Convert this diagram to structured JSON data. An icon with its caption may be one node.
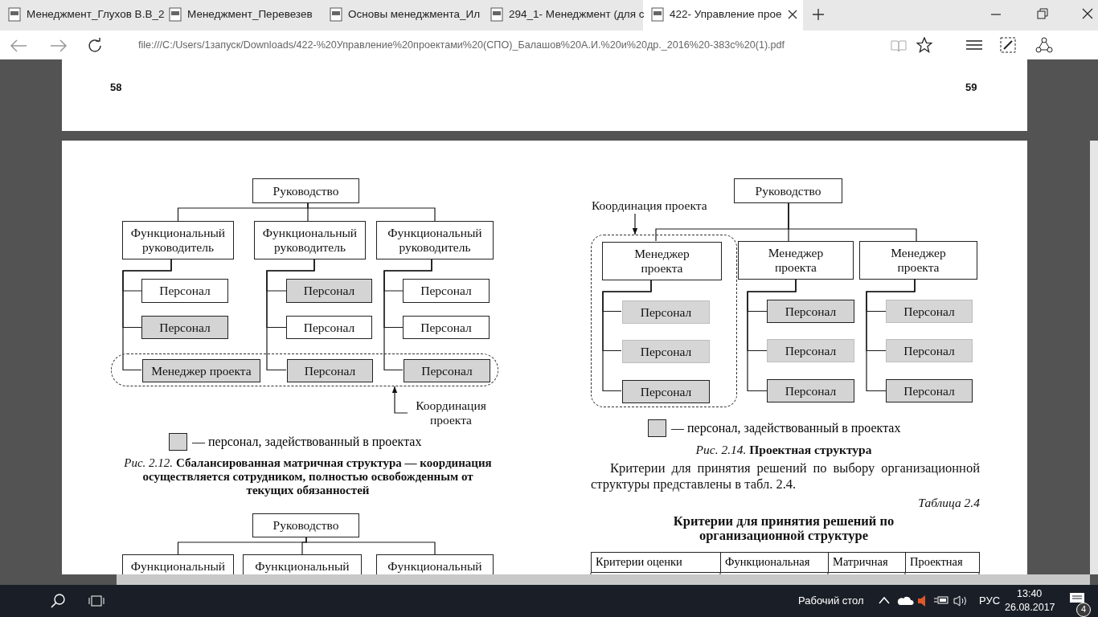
{
  "diagram": {
    "nodes": [
      {
        "text": [
          "Руководство"
        ]
      },
      {
        "text": [
          "Функциональный руководитель"
        ]
      },
      {
        "text": [
          "Функциональный руководитель"
        ]
      },
      {
        "text": [
          "Функциональный руководитель"
        ]
      },
      {
        "text": [],
        "shape": "box"
      },
      {
        "text": [
          "Персонал"
        ]
      },
      {
        "text": [
          "Персонал"
        ]
      },
      {
        "text": [
          "Менеджер проекта"
        ],
        "in": 4
      },
      {
        "text": [
          "Персонал"
        ]
      },
      {
        "text": [
          "Персонал"
        ]
      },
      {
        "text": [
          "Персонал"
        ],
        "in": 4
      },
      {
        "text": [
          "Персонал"
        ]
      },
      {
        "text": [
          "Персонал"
        ]
      },
      {
        "text": [
          "Персонал"
        ],
        "in": 4
      },
      {
        "text": [
          "Координация проекта"
        ]
      },
      {
        "text": [
          "Руководство"
        ]
      },
      {
        "text": [
          "Координация проекта"
        ]
      },
      {
        "text": [],
        "shape": "box"
      },
      {
        "text": [
          "Менеджер проекта"
        ],
        "in": 17
      },
      {
        "text": [
          "Менеджер проекта"
        ]
      },
      {
        "text": [
          "Менеджер проекта"
        ]
      },
      {
        "text": [
          "Персонал"
        ],
        "in": 17
      },
      {
        "text": [
          "Персонал"
        ],
        "in": 17
      },
      {
        "text": [
          "Персонал"
        ],
        "in": 17
      },
      {
        "text": [
          "Персонал"
        ]
      },
      {
        "text": [
          "Персонал"
        ]
      },
      {
        "text": [
          "Персонал"
        ]
      },
      {
        "text": [
          "Персонал"
        ]
      },
      {
        "text": [
          "Персонал"
        ]
      },
      {
        "text": [
          "Персонал"
        ]
      },
      {
        "text": [
          "Руководство"
        ]
      },
      {
        "text": [
          "Функциональный"
        ]
      },
      {
        "text": [
          "Функциональный"
        ]
      },
      {
        "text": [
          "Функциональный"
        ]
      }
    ],
    "edges": [
      {
        "from": 0,
        "to": 1,
        "arrow": "none"
      },
      {
        "from": 0,
        "to": 2,
        "arrow": "none"
      },
      {
        "from": 0,
        "to": 3,
        "arrow": "none"
      },
      {
        "from": 1,
        "to": 5,
        "arrow": "none"
      },
      {
        "from": 1,
        "to": 6,
        "arrow": "none"
      },
      {
        "from": 1,
        "to": 7,
        "arrow": "none"
      },
      {
        "from": 2,
        "to": 8,
        "arrow": "none"
      },
      {
        "from": 2,
        "to": 9,
        "arrow": "none"
      },
      {
        "from": 2,
        "to": 10,
        "arrow": "none"
      },
      {
        "from": 3,
        "to": 11,
        "arrow": "none"
      },
      {
        "from": 3,
        "to": 12,
        "arrow": "none"
      },
      {
        "from": 3,
        "to": 13,
        "arrow": "none"
      },
      {
        "from": 14,
        "to": 4,
        "arrow": "to"
      },
      {
        "from": 15,
        "to": 18,
        "arrow": "none"
      },
      {
        "from": 15,
        "to": 19,
        "arrow": "none"
      },
      {
        "from": 15,
        "to": 20,
        "arrow": "none"
      },
      {
        "from": 18,
        "to": 21,
        "arrow": "none"
      },
      {
        "from": 18,
        "to": 22,
        "arrow": "none"
      },
      {
        "from": 18,
        "to": 23,
        "arrow": "none"
      },
      {
        "from": 19,
        "to": 24,
        "arrow": "none"
      },
      {
        "from": 19,
        "to": 25,
        "arrow": "none"
      },
      {
        "from": 19,
        "to": 26,
        "arrow": "none"
      },
      {
        "from": 20,
        "to": 27,
        "arrow": "none"
      },
      {
        "from": 20,
        "to": 28,
        "arrow": "none"
      },
      {
        "from": 20,
        "to": 29,
        "arrow": "none"
      },
      {
        "from": 16,
        "to": 17,
        "arrow": "to"
      },
      {
        "from": 30,
        "to": 31,
        "arrow": "none"
      },
      {
        "from": 30,
        "to": 32,
        "arrow": "none"
      },
      {
        "from": 30,
        "to": 33,
        "arrow": "none"
      }
    ],
    "labels": [
      "Менеджмент_Глухов В.В_2",
      "Менеджмент_Перевезев",
      "Основы менеджмента_Ил",
      "294_1- Менеджмент (для с",
      "422- Управление прое",
      "file:///C:/Users/1запуск/Downloads/422-%20Управление%20проектами%20(СПО)_Балашов%20А.И.%20и%20др._2016%20-383с%20(1).pdf",
      "58",
      "59",
      "*Рис. 2.12.* **Сбалансированная матричная структура — координация осуществляется сотрудником, полностью освобожденным от текущих обязанностей**",
      "*Рис. 2.14.* **Проектная структура**",
      "Критерии для принятия решений по выбору организационной структуры представлены в табл. 2.4.",
      "Таблица 2.4",
      "Критерии для принятия решений по организационной структуре",
      "Критерии оценки",
      "Функциональная",
      "Матричная",
      "Проектная",
      "Рабочий стол",
      "РУС",
      "13:40",
      "26.08.2017",
      "4"
    ],
    "legend": [
      {
        "text": "— персонал, задействованный в проектах",
        "color": "#d4d4d4"
      },
      {
        "text": "— персонал, задействованный в проектах",
        "color": "#d4d4d4"
      }
    ]
  }
}
